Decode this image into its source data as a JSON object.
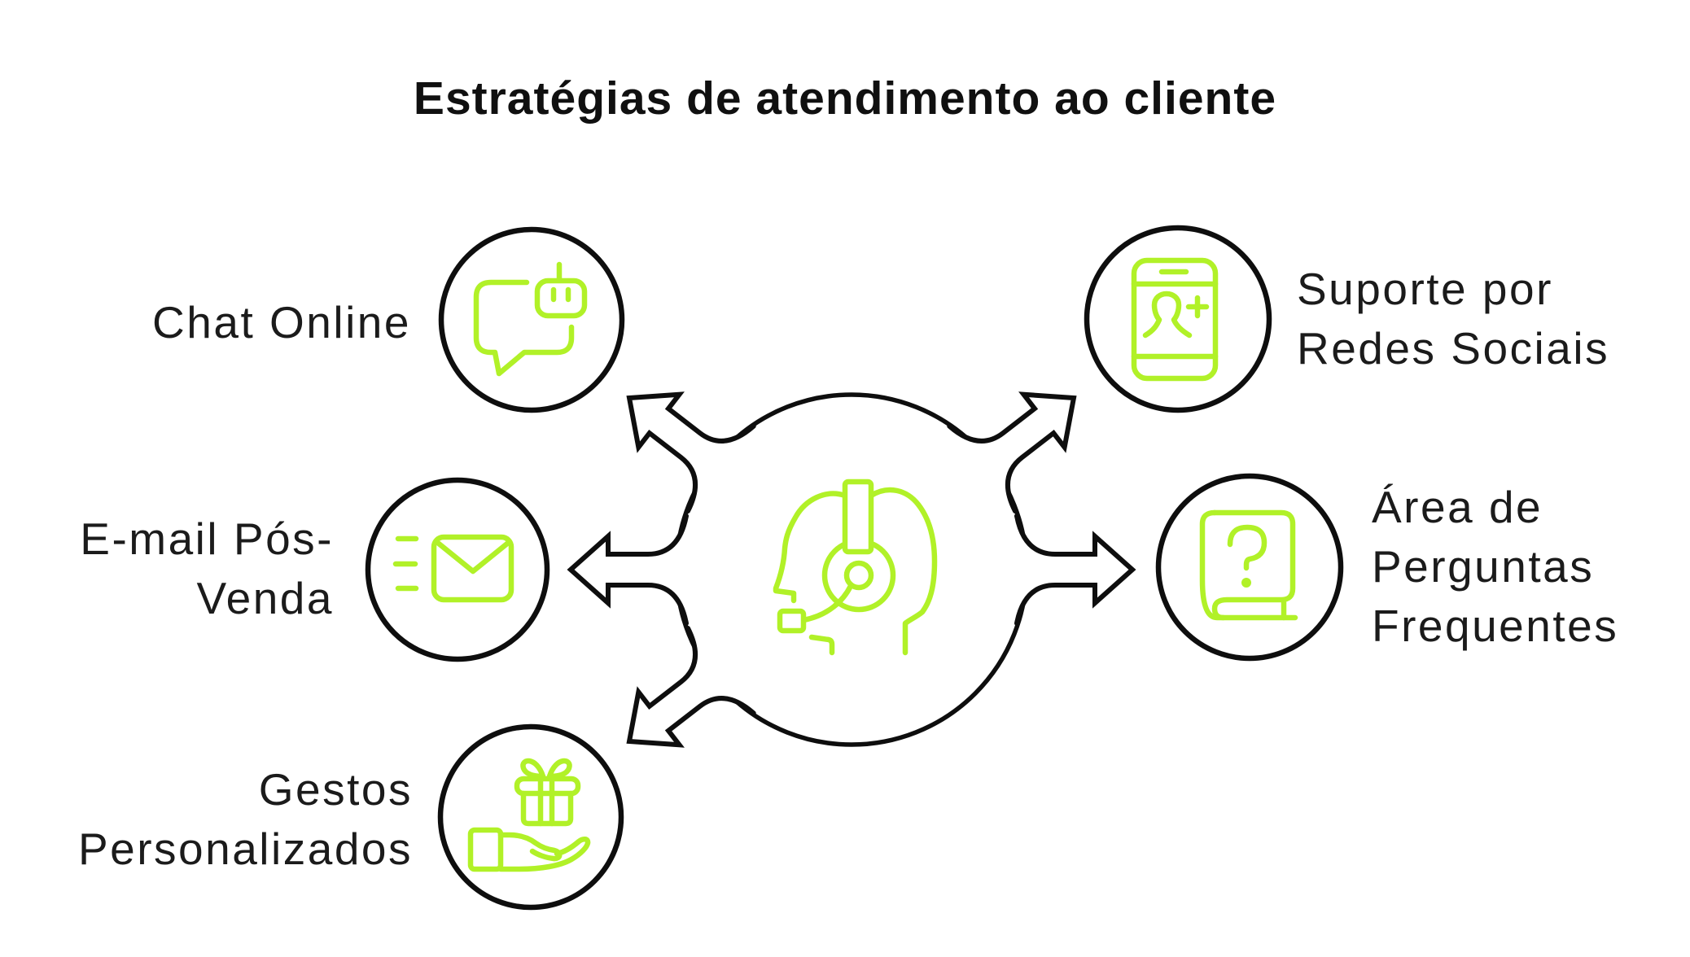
{
  "title": "Estratégias de atendimento ao cliente",
  "colors": {
    "accent": "#B1F128",
    "ink": "#0E0E0E",
    "background": "#FFFFFF"
  },
  "hub": {
    "icon": "headset-agent-icon"
  },
  "nodes": [
    {
      "id": "chat-online",
      "icon": "chat-robot-icon",
      "position": "top-left",
      "lines": [
        "Chat Online"
      ]
    },
    {
      "id": "suporte-redes-sociais",
      "icon": "phone-add-contact-icon",
      "position": "top-right",
      "lines": [
        "Suporte por",
        "Redes Sociais"
      ]
    },
    {
      "id": "email-pos-venda",
      "icon": "email-send-icon",
      "position": "middle-left",
      "lines": [
        "E-mail Pós-",
        "Venda"
      ]
    },
    {
      "id": "area-perguntas-frequentes",
      "icon": "faq-book-icon",
      "position": "middle-right",
      "lines": [
        "Área de",
        "Perguntas",
        "Frequentes"
      ]
    },
    {
      "id": "gestos-personalizados",
      "icon": "gift-in-hand-icon",
      "position": "bottom-left",
      "lines": [
        "Gestos",
        "Personalizados"
      ]
    }
  ]
}
